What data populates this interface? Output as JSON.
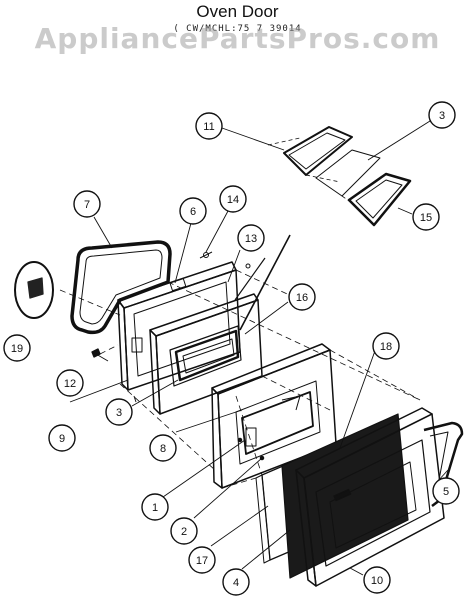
{
  "header": {
    "title": "Oven Door",
    "subtitle": "( CW/MCHL:75 7 39014",
    "watermark": "AppliancePartsPros.com"
  },
  "callouts": [
    {
      "id": "c11",
      "label": "11"
    },
    {
      "id": "c3a",
      "label": "3"
    },
    {
      "id": "c15",
      "label": "15"
    },
    {
      "id": "c7",
      "label": "7"
    },
    {
      "id": "c6",
      "label": "6"
    },
    {
      "id": "c14",
      "label": "14"
    },
    {
      "id": "c13",
      "label": "13"
    },
    {
      "id": "c16",
      "label": "16"
    },
    {
      "id": "c19",
      "label": "19"
    },
    {
      "id": "c18",
      "label": "18"
    },
    {
      "id": "c12",
      "label": "12"
    },
    {
      "id": "c9",
      "label": "9"
    },
    {
      "id": "c3b",
      "label": "3"
    },
    {
      "id": "c8",
      "label": "8"
    },
    {
      "id": "c1",
      "label": "1"
    },
    {
      "id": "c2",
      "label": "2"
    },
    {
      "id": "c17",
      "label": "17"
    },
    {
      "id": "c4",
      "label": "4"
    },
    {
      "id": "c10",
      "label": "10"
    },
    {
      "id": "c5",
      "label": "5"
    }
  ]
}
